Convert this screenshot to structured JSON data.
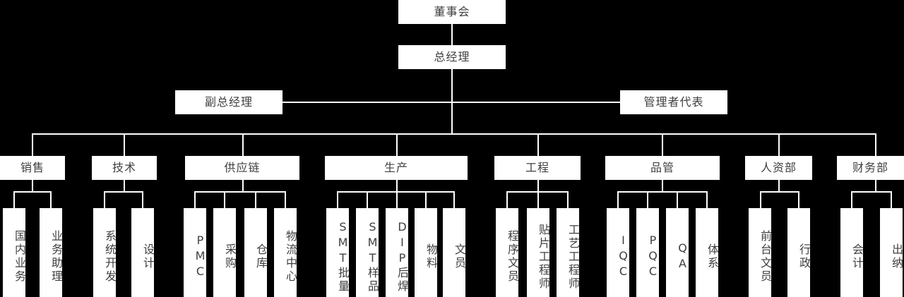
{
  "chart_data": {
    "type": "diagram",
    "title": "组织架构图",
    "orientation": "top-down",
    "levels": 4,
    "background_color": "#000000",
    "box_color": "#ffffff",
    "text_color": "#3f3f3f",
    "line_color": "#ffffff"
  },
  "nodes": {
    "board": {
      "label": "董事会",
      "level": 1
    },
    "general_manager": {
      "label": "总经理",
      "level": 2
    },
    "deputy_general_manager": {
      "label": "副总经理",
      "level": 3
    },
    "management_representative": {
      "label": "管理者代表",
      "level": 3
    }
  },
  "departments": [
    {
      "id": "sales",
      "label": "销售"
    },
    {
      "id": "technology",
      "label": "技术"
    },
    {
      "id": "supply-chain",
      "label": "供应链"
    },
    {
      "id": "production",
      "label": "生产"
    },
    {
      "id": "engineering",
      "label": "工程"
    },
    {
      "id": "quality-control",
      "label": "品管"
    },
    {
      "id": "human-resources",
      "label": "人资部"
    },
    {
      "id": "finance",
      "label": "财务部"
    }
  ],
  "teams": [
    {
      "id": "domestic-business",
      "label": "国内业务",
      "parent": "sales"
    },
    {
      "id": "business-assistant",
      "label": "业务助理",
      "parent": "sales"
    },
    {
      "id": "system-development",
      "label": "系统开发",
      "parent": "technology"
    },
    {
      "id": "design",
      "label": "设计",
      "parent": "technology"
    },
    {
      "id": "pmc",
      "label": "PMC",
      "parent": "supply-chain"
    },
    {
      "id": "purchasing",
      "label": "采购",
      "parent": "supply-chain"
    },
    {
      "id": "warehouse",
      "label": "仓库",
      "parent": "supply-chain"
    },
    {
      "id": "logistics-center",
      "label": "物流中心",
      "parent": "supply-chain"
    },
    {
      "id": "smt-mass-production",
      "label": "SMT批量",
      "parent": "production"
    },
    {
      "id": "smt-sample",
      "label": "SMT样品",
      "parent": "production"
    },
    {
      "id": "dip-post-solder",
      "label": "DIP后焊",
      "parent": "production"
    },
    {
      "id": "materials",
      "label": "物料",
      "parent": "production"
    },
    {
      "id": "clerk",
      "label": "文员",
      "parent": "production"
    },
    {
      "id": "program-clerk",
      "label": "程序文员",
      "parent": "engineering"
    },
    {
      "id": "smt-engineer",
      "label": "贴片工程师",
      "parent": "engineering"
    },
    {
      "id": "process-engineer",
      "label": "工艺工程师",
      "parent": "engineering"
    },
    {
      "id": "iqc",
      "label": "IQC",
      "parent": "quality-control"
    },
    {
      "id": "pqc",
      "label": "PQC",
      "parent": "quality-control"
    },
    {
      "id": "qa",
      "label": "QA",
      "parent": "quality-control"
    },
    {
      "id": "system",
      "label": "体系",
      "parent": "quality-control"
    },
    {
      "id": "front-desk-clerk",
      "label": "前台文员",
      "parent": "human-resources"
    },
    {
      "id": "administration",
      "label": "行政",
      "parent": "human-resources"
    },
    {
      "id": "accounting",
      "label": "会计",
      "parent": "finance"
    },
    {
      "id": "cashier",
      "label": "出纳",
      "parent": "finance"
    }
  ]
}
